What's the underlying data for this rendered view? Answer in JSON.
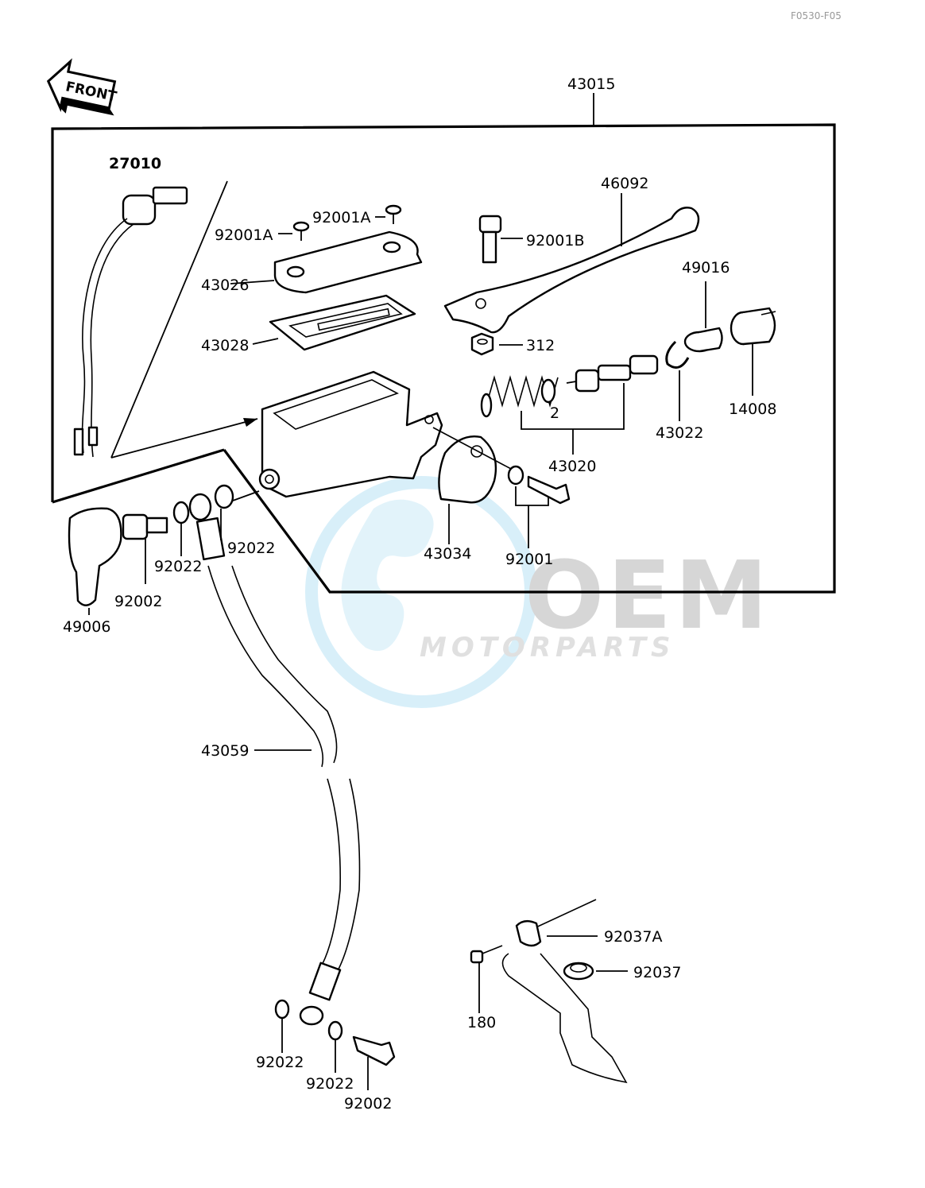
{
  "page_code": "F0530-F05",
  "front_label": "FRONT",
  "watermark": {
    "brand": "OEM",
    "subtitle": "MOTORPARTS"
  },
  "parts": {
    "p43015": "43015",
    "p27010": "27010",
    "p92001A_1": "92001A",
    "p92001A_2": "92001A",
    "p43026": "43026",
    "p43028": "43028",
    "p92001B": "92001B",
    "p46092": "46092",
    "p49016": "49016",
    "p312": "312",
    "p14008": "14008",
    "p43022": "43022",
    "p43020": "43020",
    "p2": "2",
    "p43034": "43034",
    "p92001": "92001",
    "p92022_a": "92022",
    "p92022_b": "92022",
    "p92002_a": "92002",
    "p49006": "49006",
    "p43059": "43059",
    "p92037A": "92037A",
    "p92037": "92037",
    "p180": "180",
    "p92022_c": "92022",
    "p92022_d": "92022",
    "p92002_b": "92002"
  }
}
